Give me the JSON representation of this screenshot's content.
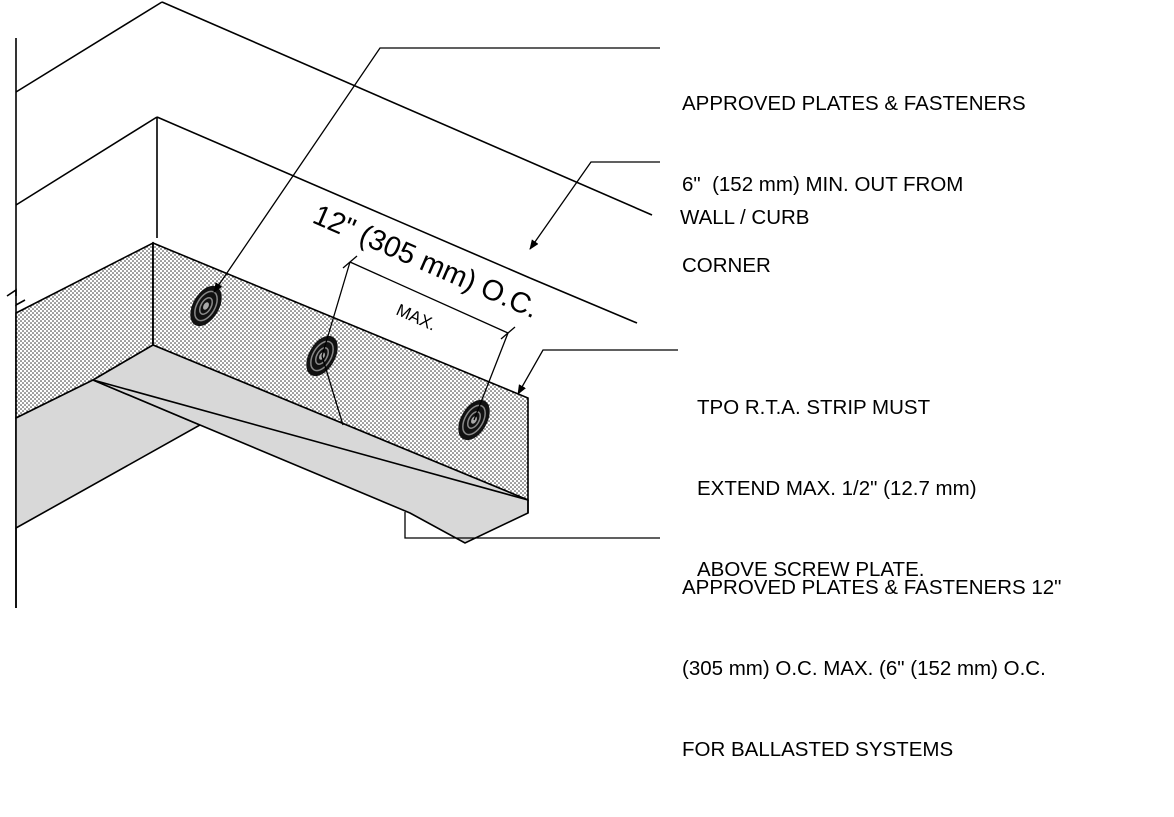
{
  "callouts": {
    "plates_top": {
      "line1": "APPROVED PLATES & FASTENERS",
      "line2": "6\"  (152 mm) MIN. OUT FROM",
      "line3": "CORNER"
    },
    "wall_curb": {
      "line1": "WALL / CURB"
    },
    "tpo_strip": {
      "line1": "TPO R.T.A. STRIP MUST",
      "line2": "EXTEND MAX. 1/2\" (12.7 mm)",
      "line3": "ABOVE SCREW PLATE."
    },
    "plates_bottom": {
      "line1": "APPROVED PLATES & FASTENERS 12\"",
      "line2": "(305 mm) O.C. MAX. (6\" (152 mm) O.C.",
      "line3": "FOR BALLASTED SYSTEMS"
    }
  },
  "dimension": {
    "spacing": "12\" (305 mm) O.C.",
    "max": "MAX."
  }
}
